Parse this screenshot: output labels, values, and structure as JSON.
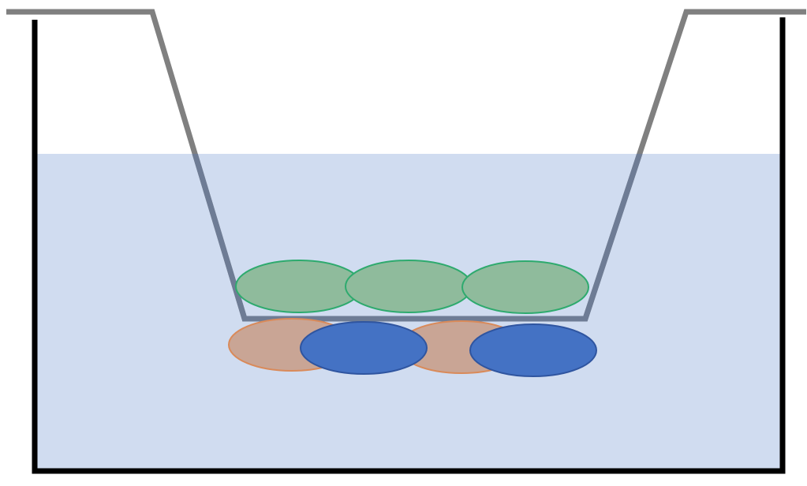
{
  "colors": {
    "background": "#ffffff",
    "well_wall": "#000000",
    "medium": "#d0dcf0",
    "insert": "#808080",
    "insert_submerged": "#6e7c95",
    "upper_cell_fill": "#8fbb9c",
    "upper_cell_stroke": "#2eaa6e",
    "lower_cell_a_fill": "#c9a595",
    "lower_cell_a_stroke": "#d98a5a",
    "lower_cell_b_fill": "#4472c4",
    "lower_cell_b_stroke": "#2f55a0"
  },
  "cells": {
    "upper_count": 3,
    "lower_a_count": 2,
    "lower_b_count": 2
  }
}
